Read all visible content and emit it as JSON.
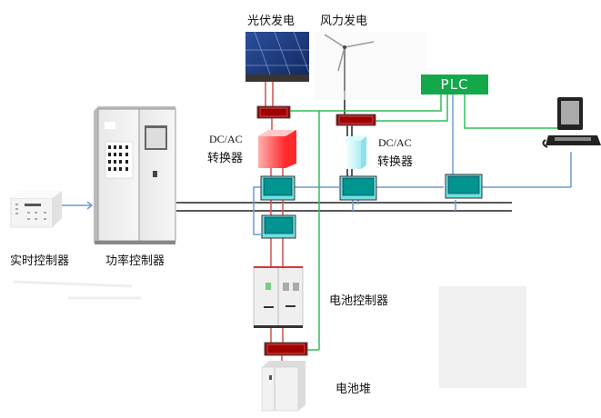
{
  "title": "微电网控制系统结构",
  "labels": {
    "pv": "光伏发电",
    "wind": "风力发电",
    "plc": "PLC",
    "dcac_left_top": "DC/AC",
    "dcac_left_bottom": "转换器",
    "dcac_right_top": "DC/AC",
    "dcac_right_bottom": "转换器",
    "realtime_controller": "实时控制器",
    "power_controller": "功率控制器",
    "battery_controller": "电池控制器",
    "battery_stack": "电池堆"
  },
  "colors": {
    "plc_green": "#13a84a",
    "signal_green": "#2fbf5a",
    "bus_blue": "#6f9ad0",
    "power_red": "#d05050",
    "breaker_red": "#8b0000",
    "switch_teal": "#009590",
    "inverter_red": "#ff3b3b",
    "inverter_cyan": "#bff6fb"
  }
}
